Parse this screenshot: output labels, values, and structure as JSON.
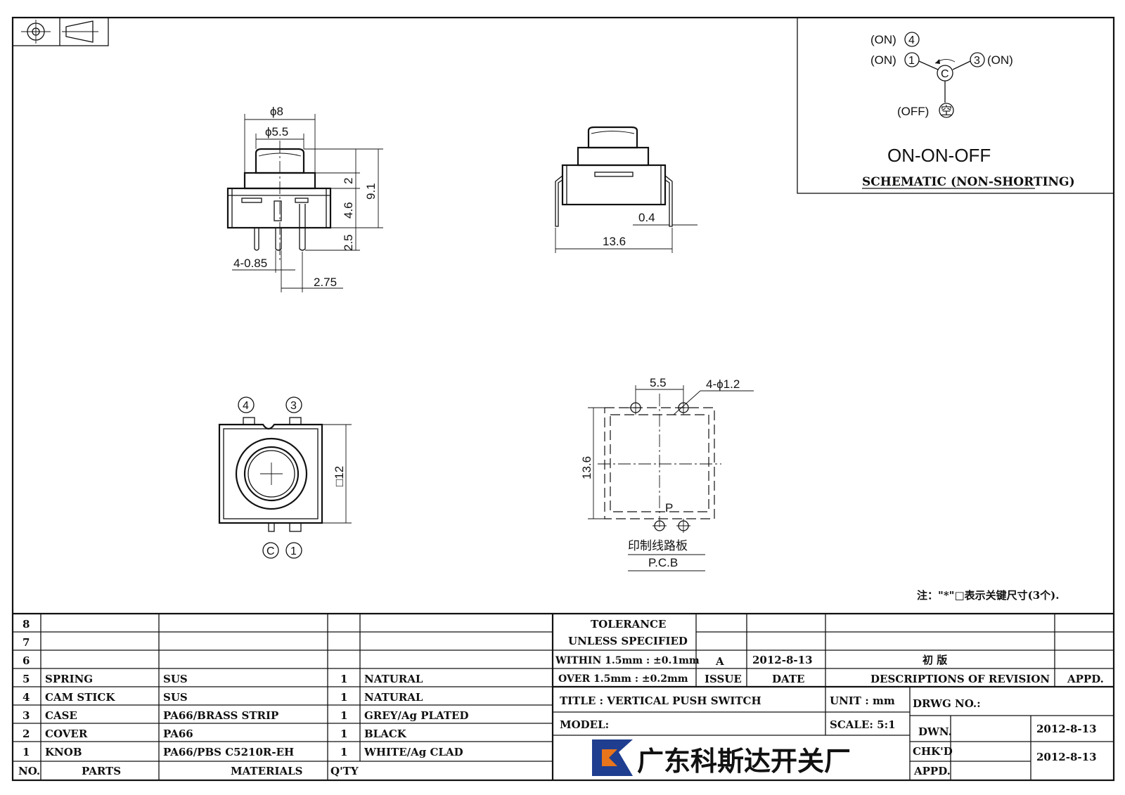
{
  "dimensions": {
    "side_view": {
      "d_outer": "ϕ8",
      "d_inner": "ϕ5.5",
      "h_cap": "2",
      "h_total": "9.1",
      "h_body": "4.6",
      "h_pin": "2.5",
      "pin_width": "4-0.85",
      "pin_pitch": "2.75"
    },
    "front_view": {
      "pin_thickness": "0.4",
      "width": "13.6"
    },
    "top_view": {
      "square": "□12"
    },
    "pcb_view": {
      "pitch_x": "5.5",
      "holes": "4-ϕ1.2",
      "height": "13.6",
      "p_mark": "P",
      "label_cn": "印制线路板",
      "label_en": "P.C.B"
    }
  },
  "pins": {
    "p4": "4",
    "p3": "3",
    "pc": "C",
    "p1": "1",
    "p_off": "空",
    "on": "(ON)",
    "off": "(OFF)"
  },
  "schematic": {
    "title": "ON-ON-OFF",
    "subtitle": "SCHEMATIC (NON-SHORTING)"
  },
  "note": "注：\"*\"□表示关键尺寸(3个).",
  "bom": {
    "headers": {
      "no": "NO.",
      "parts": "PARTS",
      "materials": "MATERIALS",
      "qty": "Q'TY"
    },
    "rows": [
      {
        "no": "8",
        "part": "",
        "material": "",
        "qty": "",
        "finish": ""
      },
      {
        "no": "7",
        "part": "",
        "material": "",
        "qty": "",
        "finish": ""
      },
      {
        "no": "6",
        "part": "",
        "material": "",
        "qty": "",
        "finish": ""
      },
      {
        "no": "5",
        "part": "SPRING",
        "material": "SUS",
        "qty": "1",
        "finish": "NATURAL"
      },
      {
        "no": "4",
        "part": "CAM STICK",
        "material": "SUS",
        "qty": "1",
        "finish": "NATURAL"
      },
      {
        "no": "3",
        "part": "CASE",
        "material": "PA66/BRASS STRIP",
        "qty": "1",
        "finish": "GREY/Ag PLATED"
      },
      {
        "no": "2",
        "part": "COVER",
        "material": "PA66",
        "qty": "1",
        "finish": "BLACK"
      },
      {
        "no": "1",
        "part": "KNOB",
        "material": "PA66/PBS C5210R-EH",
        "qty": "1",
        "finish": "WHITE/Ag CLAD"
      }
    ]
  },
  "tolerance": {
    "line1": "TOLERANCE",
    "line2": "UNLESS SPECIFIED",
    "line3": "WITHIN 1.5mm : ±0.1mm",
    "line4": "OVER 1.5mm : ±0.2mm"
  },
  "revision": {
    "issue": "A",
    "date": "2012-8-13",
    "description": "初 版",
    "h_issue": "ISSUE",
    "h_date": "DATE",
    "h_desc": "DESCRIPTIONS OF REVISION",
    "h_appd": "APPD."
  },
  "title_block": {
    "title": "TITLE : VERTICAL PUSH SWITCH",
    "model": "MODEL:",
    "unit": "UNIT : mm",
    "scale": "SCALE: 5:1",
    "drwg": "DRWG NO.:",
    "dwn": "DWN.",
    "dwn_date": "2012-8-13",
    "chkd": "CHK'D",
    "chkd_date": "2012-8-13",
    "appd": "APPD.",
    "company": "广东科斯达开关厂"
  },
  "colors": {
    "logo_blue": "#1f3e8f",
    "logo_orange": "#e8741c",
    "ink": "#111111"
  }
}
